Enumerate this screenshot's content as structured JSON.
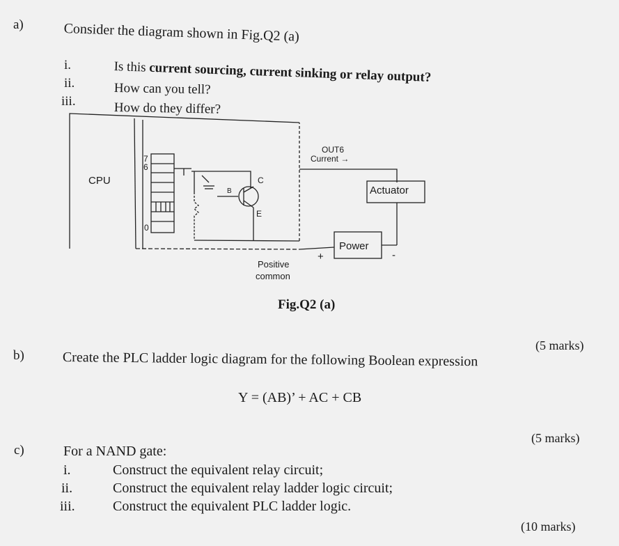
{
  "part_a": {
    "label": "a)",
    "prompt": "Consider the diagram shown in Fig.Q2 (a)",
    "questions": [
      {
        "num": "i.",
        "text_pre": "Is this ",
        "text_bold": "current sourcing, current sinking or relay output?"
      },
      {
        "num": "ii.",
        "text": "How can you tell?"
      },
      {
        "num": "iii.",
        "text": "How do they differ?"
      }
    ],
    "diagram": {
      "cpu_label": "CPU",
      "bit_top_7": "7",
      "bit_top_6": "6",
      "bit_bottom": "0",
      "transistor_b": "B",
      "transistor_c": "C",
      "transistor_e": "E",
      "out_label": "OUT6",
      "current_label": "Current →",
      "actuator_label": "Actuator",
      "power_label": "Power",
      "plus_sign": "+",
      "minus_sign": "-",
      "positive_label": "Positive",
      "common_label": "common"
    },
    "figure_caption": "Fig.Q2 (a)",
    "marks": "(5 marks)"
  },
  "part_b": {
    "label": "b)",
    "prompt": "Create the PLC ladder logic diagram for the following Boolean expression",
    "expression": "Y = (AB)’ + AC + CB",
    "marks": "(5 marks)"
  },
  "part_c": {
    "label": "c)",
    "prompt": "For a NAND gate:",
    "items": [
      {
        "num": "i.",
        "text": "Construct the equivalent relay circuit;"
      },
      {
        "num": "ii.",
        "text": "Construct the equivalent relay ladder logic circuit;"
      },
      {
        "num": "iii.",
        "text": "Construct the equivalent PLC ladder logic."
      }
    ],
    "marks": "(10 marks)"
  }
}
